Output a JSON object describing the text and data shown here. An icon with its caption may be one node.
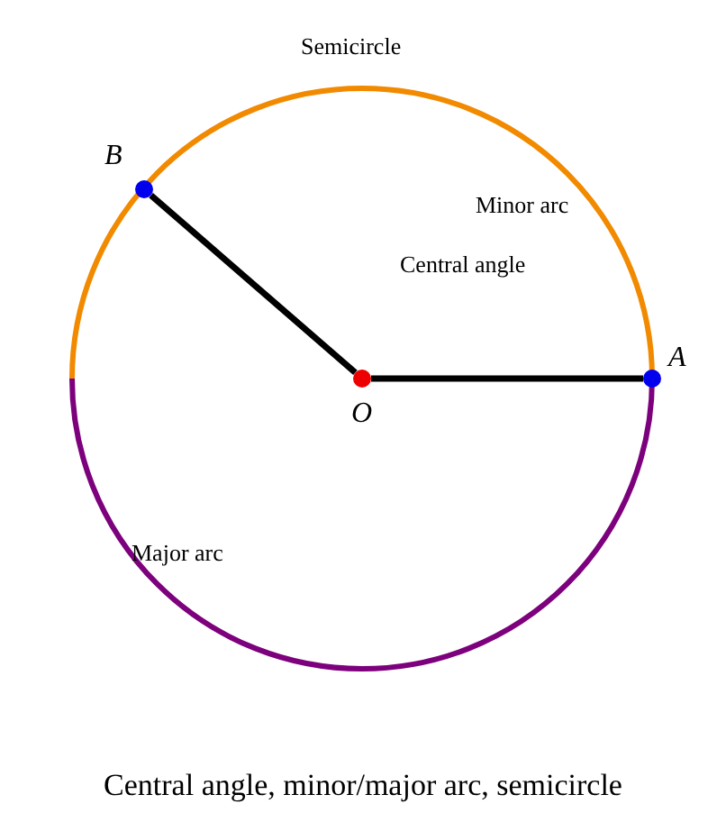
{
  "diagram": {
    "caption": "Central angle, minor/major arc, semicircle",
    "nodes": [
      {
        "text": [],
        "shape": "circle",
        "beside": [
          "O"
        ]
      },
      {
        "text": [],
        "shape": "circle",
        "beside": [
          "A"
        ]
      },
      {
        "text": [],
        "shape": "circle",
        "beside": [
          "B"
        ]
      }
    ],
    "edges": [
      {
        "from": 0,
        "to": 1,
        "arrow": "none"
      },
      {
        "from": 0,
        "to": 2,
        "arrow": "none"
      }
    ],
    "labels": [
      "Semicircle",
      "Minor arc",
      "Central angle",
      "Major arc"
    ]
  }
}
